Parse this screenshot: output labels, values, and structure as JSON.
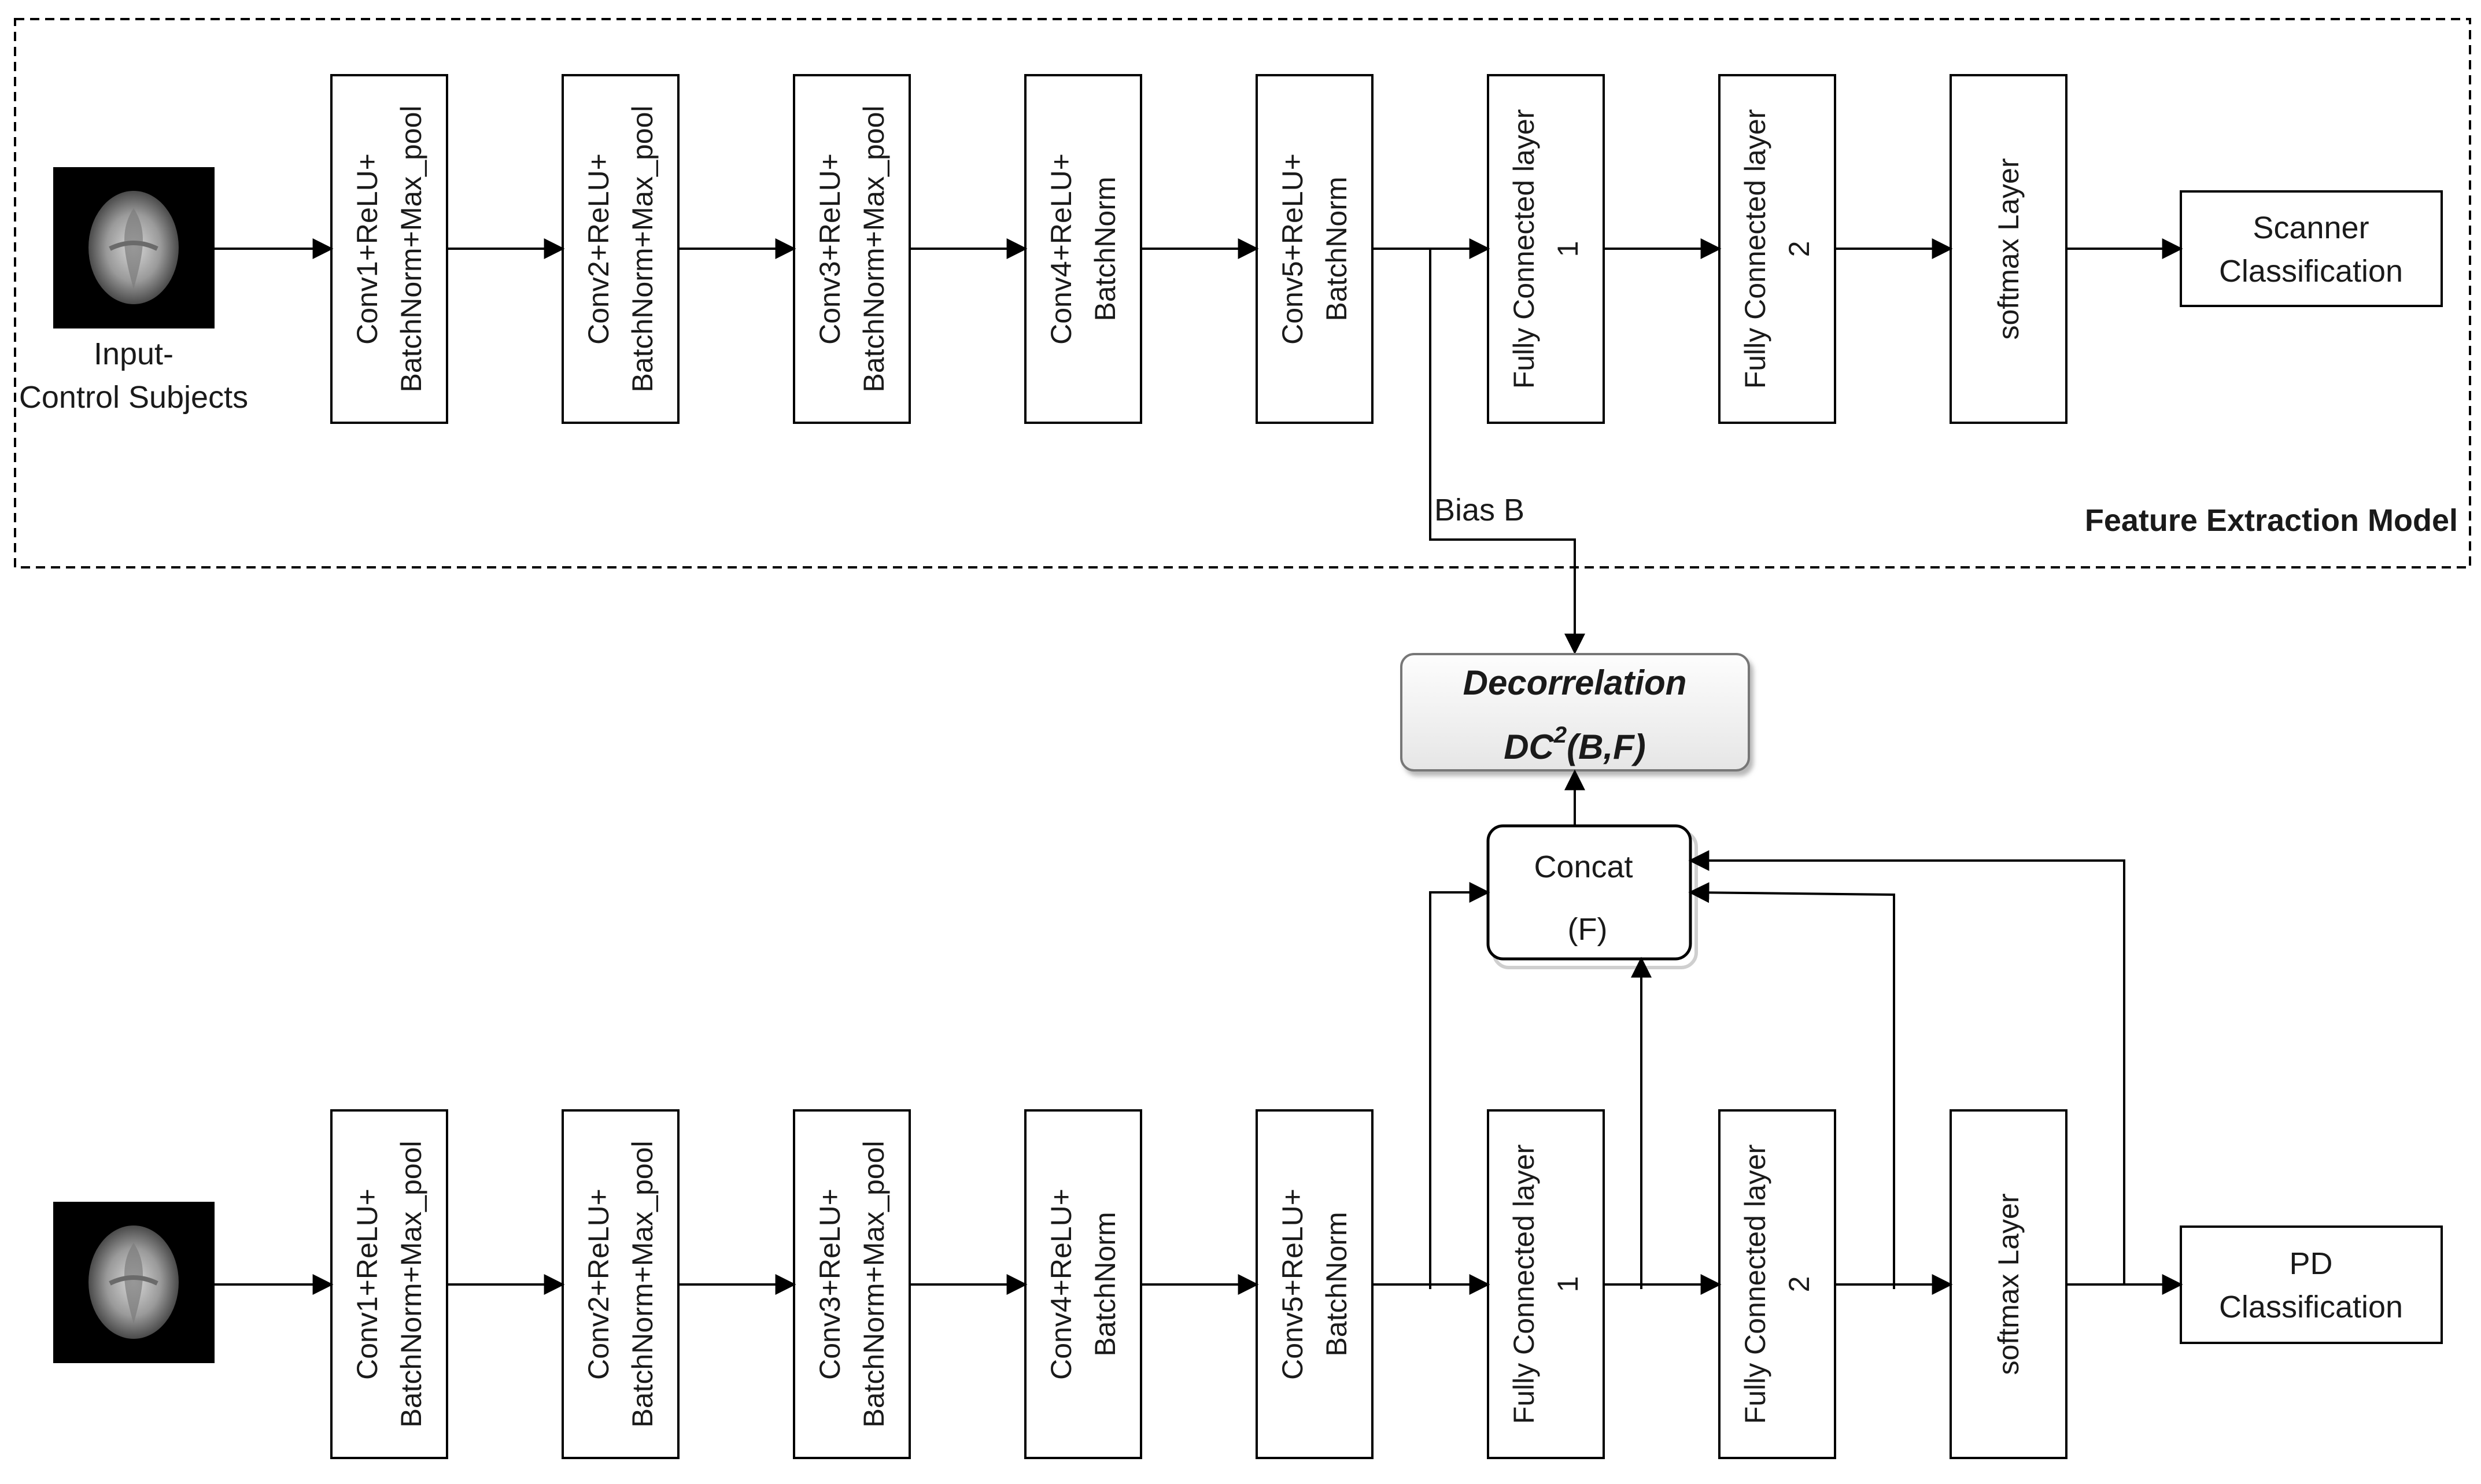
{
  "feature_extraction": {
    "title": "Feature Extraction Model",
    "input_label_line1": "Input-",
    "input_label_line2": "Control Subjects",
    "layers": [
      {
        "line1": "Conv1+ReLU+",
        "line2": "BatchNorm+Max_pool"
      },
      {
        "line1": "Conv2+ReLU+",
        "line2": "BatchNorm+Max_pool"
      },
      {
        "line1": "Conv3+ReLU+",
        "line2": "BatchNorm+Max_pool"
      },
      {
        "line1": "Conv4+ReLU+",
        "line2": "BatchNorm"
      },
      {
        "line1": "Conv5+ReLU+",
        "line2": "BatchNorm"
      },
      {
        "line1": "Fully Connected layer",
        "line2": "1"
      },
      {
        "line1": "Fully Connected layer",
        "line2": "2"
      },
      {
        "line1": "softmax Layer",
        "line2": ""
      }
    ],
    "output_line1": "Scanner",
    "output_line2": "Classification",
    "bias_label": "Bias B"
  },
  "decorrelation": {
    "title": "Decorrelation",
    "formula_prefix": "DC",
    "formula_sup": "2",
    "formula_suffix": "(B,F)"
  },
  "concat": {
    "line1": "Concat",
    "line2": "(F)"
  },
  "pd_model": {
    "layers": [
      {
        "line1": "Conv1+ReLU+",
        "line2": "BatchNorm+Max_pool"
      },
      {
        "line1": "Conv2+ReLU+",
        "line2": "BatchNorm+Max_pool"
      },
      {
        "line1": "Conv3+ReLU+",
        "line2": "BatchNorm+Max_pool"
      },
      {
        "line1": "Conv4+ReLU+",
        "line2": "BatchNorm"
      },
      {
        "line1": "Conv5+ReLU+",
        "line2": "BatchNorm"
      },
      {
        "line1": "Fully Connected layer",
        "line2": "1"
      },
      {
        "line1": "Fully Connected layer",
        "line2": "2"
      },
      {
        "line1": "softmax Layer",
        "line2": ""
      }
    ],
    "output_line1": "PD",
    "output_line2": "Classification"
  },
  "colors": {
    "stroke": "#000000",
    "box_fill": "#ffffff",
    "decor_fill": "#f0f0f0",
    "image_bg": "#000000"
  }
}
